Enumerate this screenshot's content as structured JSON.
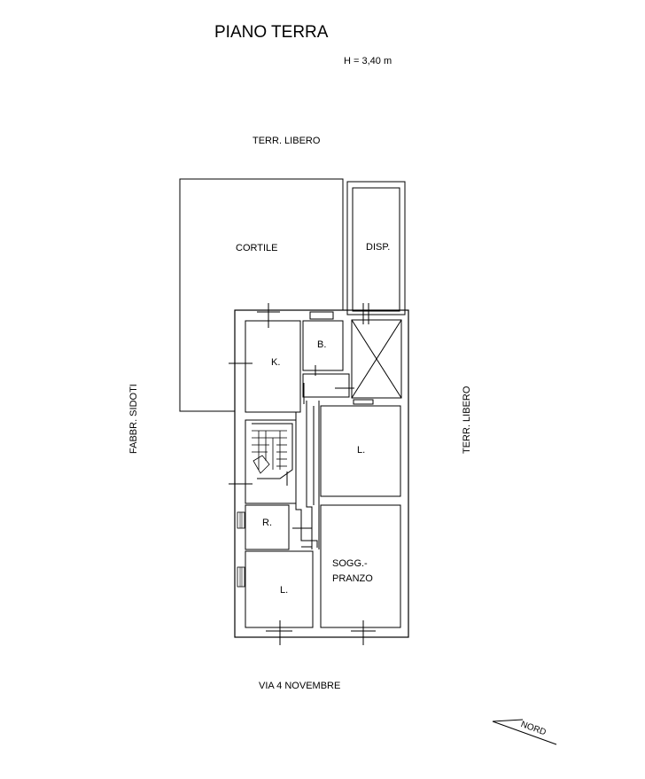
{
  "title": "PIANO TERRA",
  "height_note": "H = 3,40 m",
  "surroundings": {
    "top": "TERR. LIBERO",
    "left": "FABBR. SIDOTI",
    "right": "TERR. LIBERO",
    "bottom": "VIA 4 NOVEMBRE"
  },
  "rooms": {
    "cortile": "CORTILE",
    "disp": "DISP.",
    "kitchen": "K.",
    "bath": "B.",
    "room_l_upper": "L.",
    "room_r": "R.",
    "room_l_lower": "L.",
    "soggiorno_line1": "SOGG.-",
    "soggiorno_line2": "PRANZO"
  },
  "north_label": "NORD"
}
